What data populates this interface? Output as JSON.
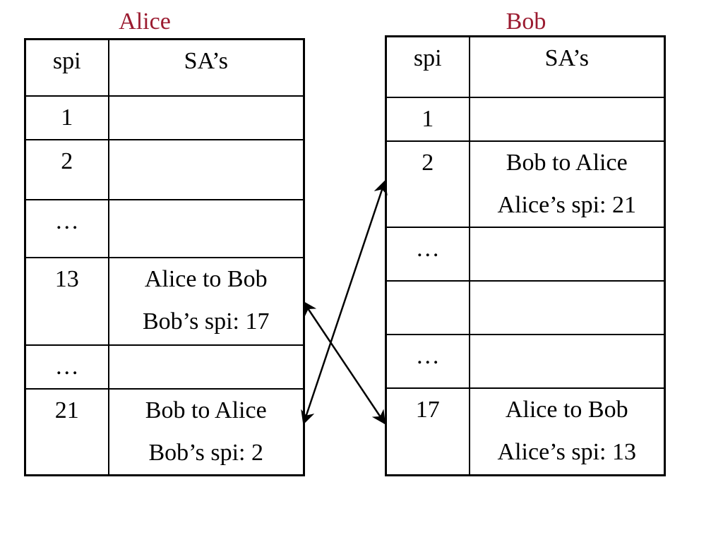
{
  "colors": {
    "party_label": "#9b1b30",
    "line": "#000000"
  },
  "alice": {
    "title": "Alice",
    "headers": {
      "spi": "spi",
      "sas": "SA’s"
    },
    "rows": [
      {
        "spi": "1",
        "line1": "",
        "line2": ""
      },
      {
        "spi": "2",
        "line1": "",
        "line2": ""
      },
      {
        "spi": "…",
        "line1": "",
        "line2": ""
      },
      {
        "spi": "13",
        "line1": "Alice to Bob",
        "line2": "Bob’s spi: 17"
      },
      {
        "spi": "…",
        "line1": "",
        "line2": ""
      },
      {
        "spi": "21",
        "line1": "Bob to Alice",
        "line2": "Bob’s spi: 2"
      }
    ]
  },
  "bob": {
    "title": "Bob",
    "headers": {
      "spi": "spi",
      "sas": "SA’s"
    },
    "rows": [
      {
        "spi": "1",
        "line1": "",
        "line2": ""
      },
      {
        "spi": "2",
        "line1": "Bob to Alice",
        "line2": "Alice’s spi: 21"
      },
      {
        "spi": "…",
        "line1": "",
        "line2": ""
      },
      {
        "spi": "",
        "line1": "",
        "line2": ""
      },
      {
        "spi": "…",
        "line1": "",
        "line2": ""
      },
      {
        "spi": "17",
        "line1": "Alice to Bob",
        "line2": "Alice’s spi: 13"
      }
    ]
  }
}
